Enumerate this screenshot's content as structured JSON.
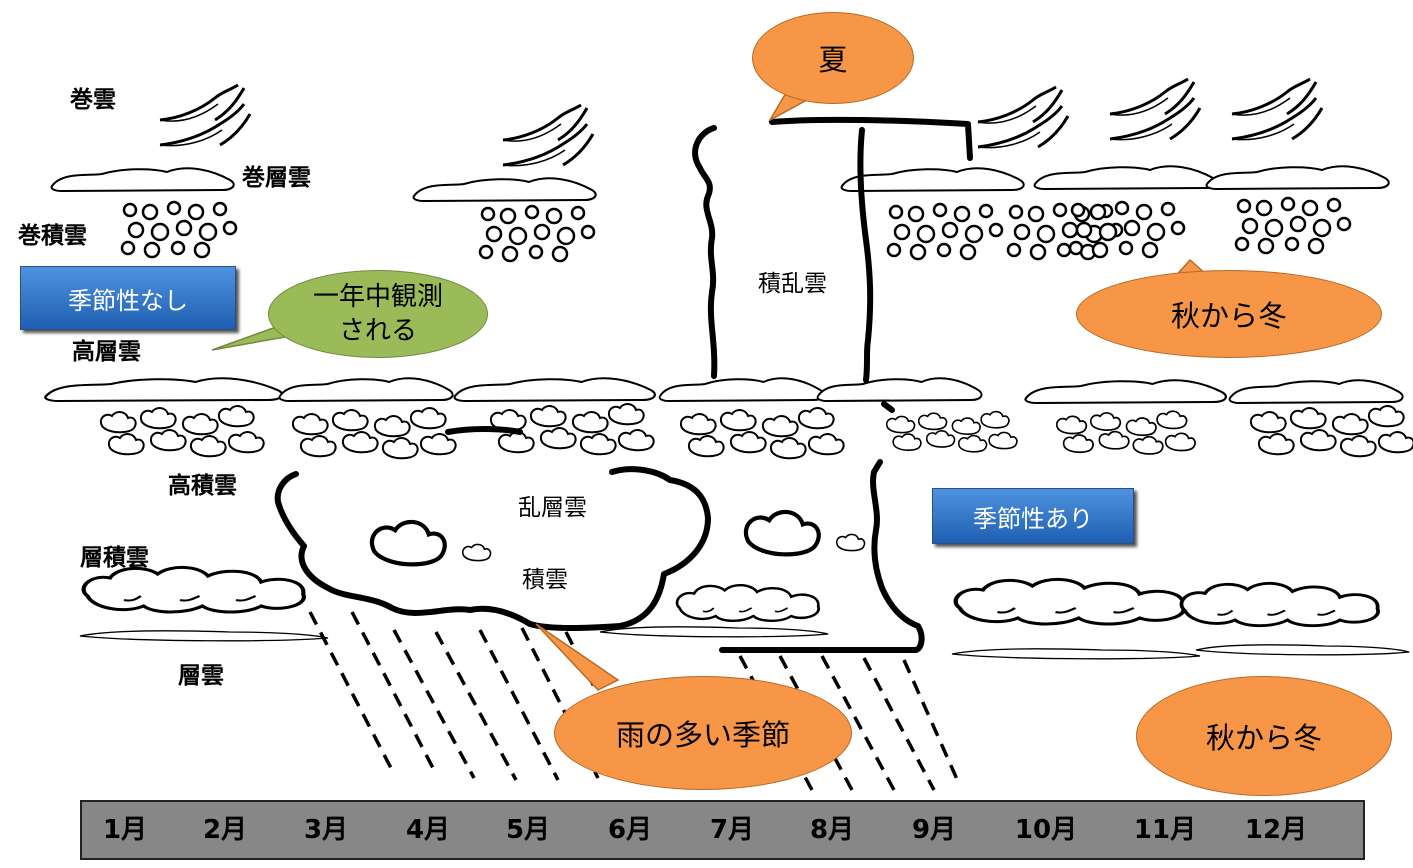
{
  "labels": {
    "cirrus": "巻雲",
    "cirrostratus": "巻層雲",
    "cirrocumulus": "巻積雲",
    "altostratus": "高層雲",
    "altocumulus": "高積雲",
    "stratocumulus": "層積雲",
    "stratus": "層雲",
    "cumulonimbus": "積乱雲",
    "nimbostratus": "乱層雲",
    "cumulus": "積雲"
  },
  "boxes": {
    "no_season": "季節性なし",
    "seasonal": "季節性あり"
  },
  "bubbles": {
    "summer": "夏",
    "all_year": "一年中観測\nされる",
    "autumn_winter_top": "秋から冬",
    "autumn_winter_bottom": "秋から冬",
    "rainy_season": "雨の多い季節"
  },
  "colors": {
    "orange": "#F79646",
    "green": "#9BBB59",
    "blue": "#2F72C8",
    "timeline": "#878787"
  },
  "months": [
    "1月",
    "2月",
    "3月",
    "4月",
    "5月",
    "6月",
    "7月",
    "8月",
    "9月",
    "10月",
    "11月",
    "12月"
  ]
}
